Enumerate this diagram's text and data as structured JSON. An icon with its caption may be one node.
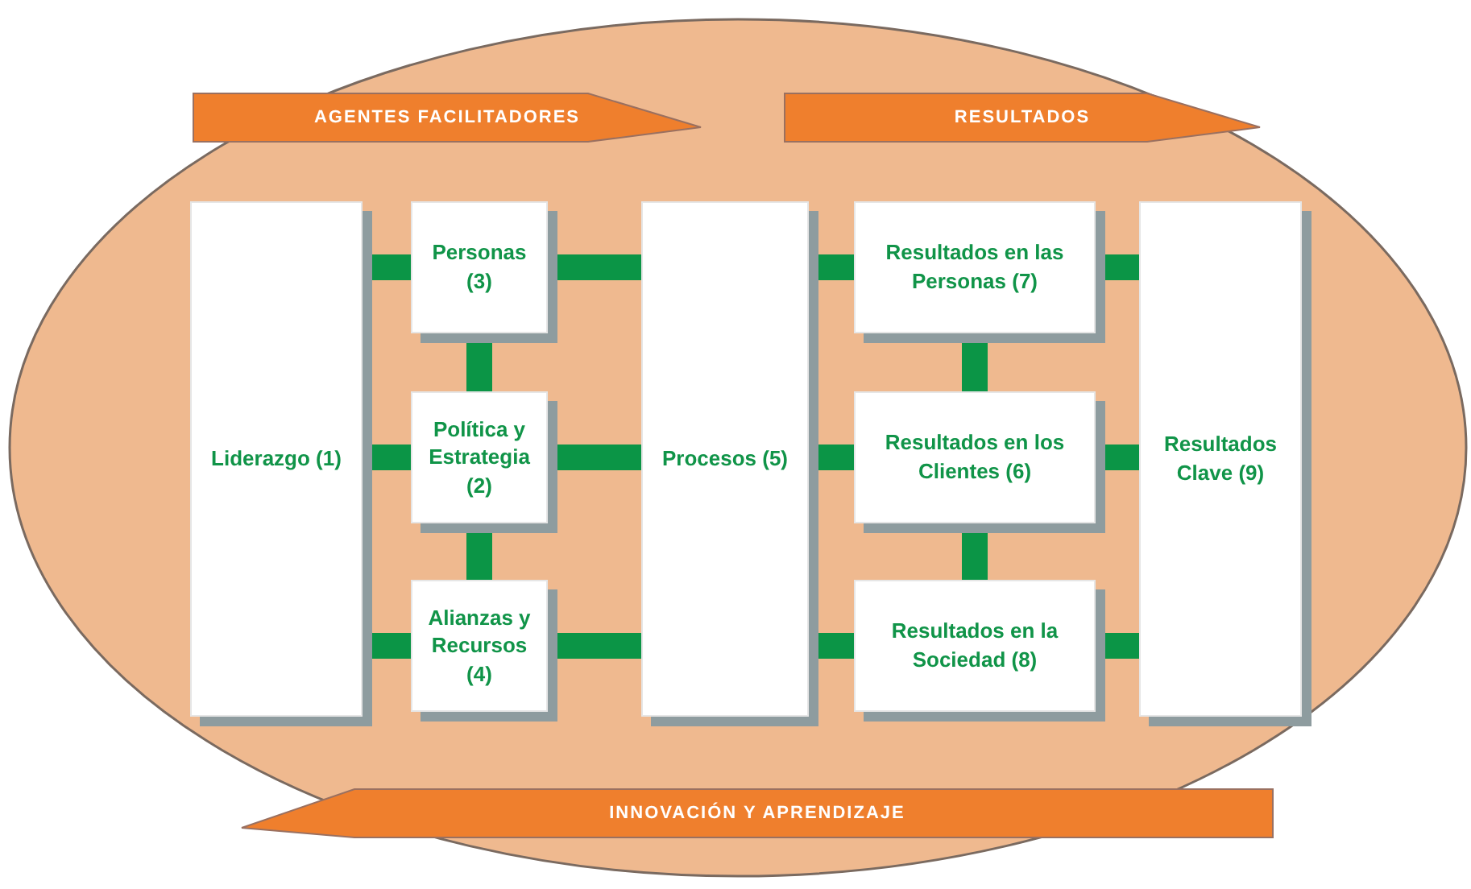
{
  "diagram": {
    "nodes": [
      {
        "text": [
          "AGENTES FACILITADORES"
        ]
      },
      {
        "text": [
          "RESULTADOS"
        ]
      },
      {
        "text": [
          "Liderazgo (1)"
        ]
      },
      {
        "text": [
          "Personas (3)"
        ]
      },
      {
        "text": [
          "Política y Estrategia (2)"
        ]
      },
      {
        "text": [
          "Alianzas y Recursos (4)"
        ]
      },
      {
        "text": [
          "Procesos (5)"
        ]
      },
      {
        "text": [
          "Resultados en las Personas (7)"
        ]
      },
      {
        "text": [
          "Resultados en los Clientes (6)"
        ]
      },
      {
        "text": [
          "Resultados en la Sociedad (8)"
        ]
      },
      {
        "text": [
          "Resultados Clave (9)"
        ]
      },
      {
        "text": [
          "INNOVACIÓN Y APRENDIZAJE"
        ]
      }
    ],
    "edges": [
      {
        "from": 2,
        "to": 3,
        "arrow": "none"
      },
      {
        "from": 2,
        "to": 4,
        "arrow": "none"
      },
      {
        "from": 2,
        "to": 5,
        "arrow": "none"
      },
      {
        "from": 3,
        "to": 4,
        "arrow": "none"
      },
      {
        "from": 4,
        "to": 5,
        "arrow": "none"
      },
      {
        "from": 3,
        "to": 6,
        "arrow": "none"
      },
      {
        "from": 4,
        "to": 6,
        "arrow": "none"
      },
      {
        "from": 5,
        "to": 6,
        "arrow": "none"
      },
      {
        "from": 6,
        "to": 7,
        "arrow": "none"
      },
      {
        "from": 6,
        "to": 8,
        "arrow": "none"
      },
      {
        "from": 6,
        "to": 9,
        "arrow": "none"
      },
      {
        "from": 7,
        "to": 8,
        "arrow": "none"
      },
      {
        "from": 8,
        "to": 9,
        "arrow": "none"
      },
      {
        "from": 7,
        "to": 10,
        "arrow": "none"
      },
      {
        "from": 8,
        "to": 10,
        "arrow": "none"
      },
      {
        "from": 9,
        "to": 10,
        "arrow": "none"
      }
    ]
  }
}
